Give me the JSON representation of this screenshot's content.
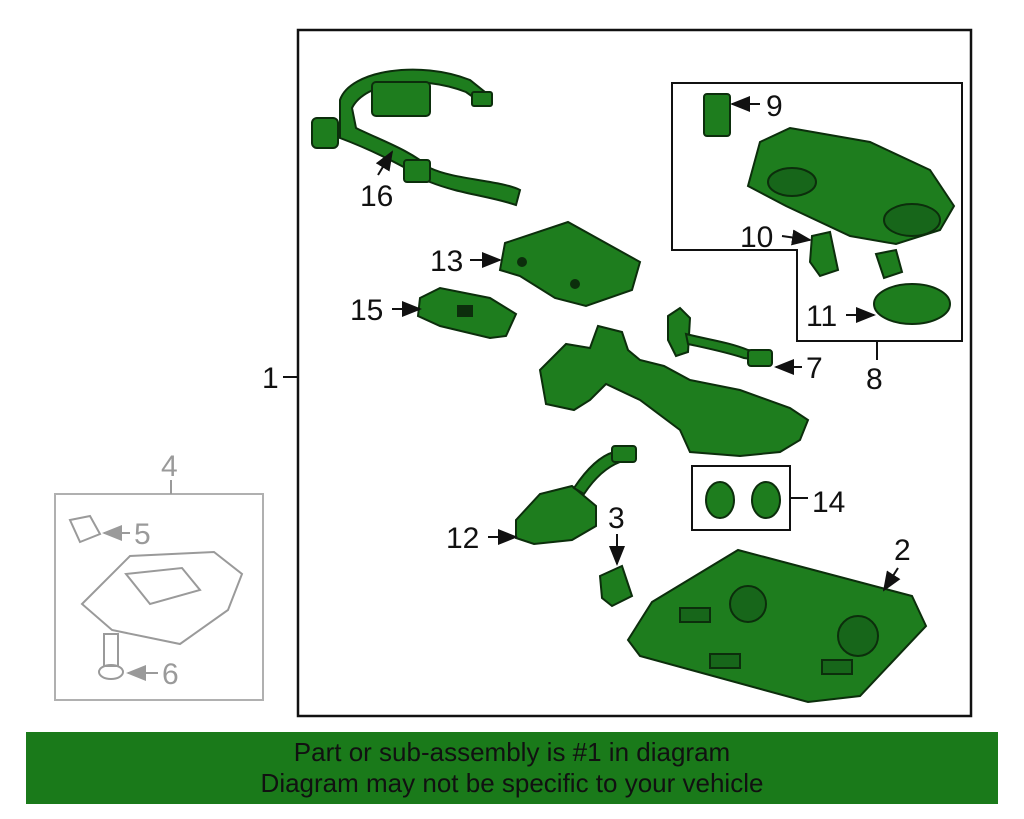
{
  "callouts": {
    "c1": "1",
    "c2": "2",
    "c3": "3",
    "c4": "4",
    "c5": "5",
    "c6": "6",
    "c7": "7",
    "c8": "8",
    "c9": "9",
    "c10": "10",
    "c11": "11",
    "c12": "12",
    "c13": "13",
    "c14": "14",
    "c15": "15",
    "c16": "16"
  },
  "footer": {
    "line1": "Part or sub-assembly is #1 in diagram",
    "line2": "Diagram may not be specific to your vehicle"
  },
  "colors": {
    "part_fill": "#1e7d1e",
    "part_stroke": "#0c2e0c",
    "banner": "#1a7a1a",
    "secondary_gray": "#9a9a9a"
  }
}
